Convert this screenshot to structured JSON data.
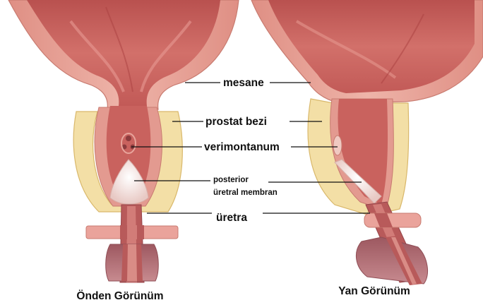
{
  "labels": {
    "bladder": "mesane",
    "prostate": "prostat bezi",
    "verumontanum": "verimontanum",
    "membrane_line1": "posterior",
    "membrane_line2": "üretral membran",
    "urethra": "üretra"
  },
  "captions": {
    "front": "Önden Görünüm",
    "side": "Yan Görünüm"
  },
  "colors": {
    "bladder_wall": "#e9a79c",
    "bladder_interior": "#c8605c",
    "bladder_interior_light": "#e6908a",
    "prostate": "#f3dfa6",
    "prostate_outline": "#d9b86b",
    "membrane": "#f4f0ee",
    "sphincter": "#b06a70",
    "background": "#ffffff"
  }
}
